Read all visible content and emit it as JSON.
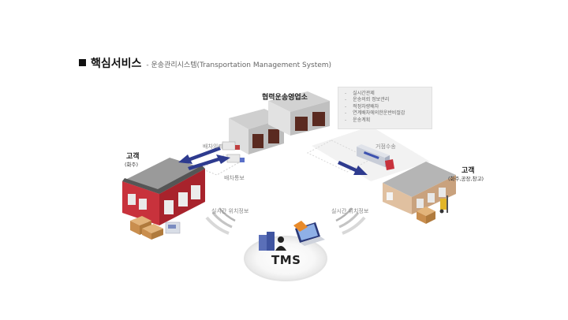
{
  "header": {
    "title": "핵심서비스",
    "subtitle": "- 운송관리시스템(Transportation Management System)"
  },
  "partner": {
    "title": "협력운송영업소",
    "services": [
      "실시간관제",
      "운송의뢰 정보관리",
      "적정차량배차",
      "연계배차에의한운반비절감",
      "운송계획"
    ]
  },
  "customer_left": {
    "title": "고객",
    "subtitle": "(화주)"
  },
  "customer_right": {
    "title": "고객",
    "subtitle": "(화주,공장,창고)"
  },
  "flows": {
    "dispatch_request": "배차의뢰",
    "dispatch_info": "배차통보",
    "base_transport": "거점수송",
    "realtime_left": "실시간 위치정보",
    "realtime_right": "실시간 위치정보"
  },
  "center": {
    "label": "TMS"
  },
  "colors": {
    "arrow": "#2e3b8f",
    "warehouse_red": "#c8323c",
    "roof_gray": "#6a6a6a",
    "box": "#eeeeee"
  }
}
